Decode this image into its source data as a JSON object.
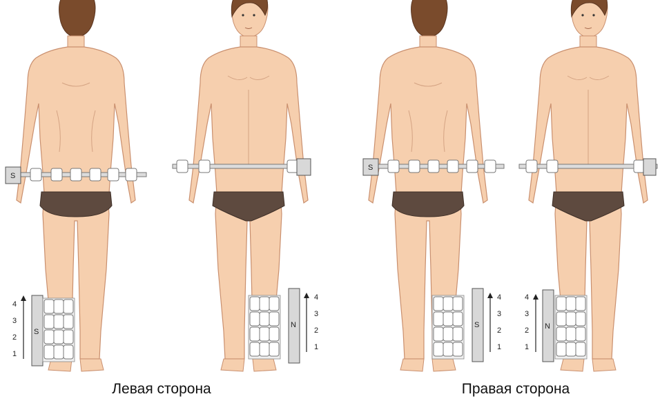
{
  "captions": {
    "left": "Левая сторона",
    "right": "Правая сторона"
  },
  "magnet_labels": {
    "south": "S",
    "north": "N"
  },
  "leg_levels": [
    "1",
    "2",
    "3",
    "4"
  ],
  "colors": {
    "skin": "#f6cfae",
    "skin_line": "#c98f6e",
    "hair": "#7a4b2c",
    "briefs": "#5e4a3f",
    "magnet": "#d8d8d8",
    "block": "#ffffff",
    "outline": "#555555"
  }
}
